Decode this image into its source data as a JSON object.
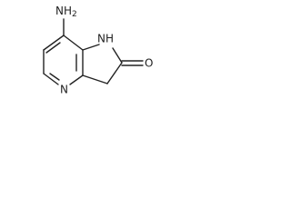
{
  "structure": {
    "atoms": {
      "amine_nh2": "NH2",
      "pyrrole_nh": "NH",
      "pyridine_n": "N",
      "carbonyl_o": "O"
    }
  },
  "colors": {
    "bond": "#222222",
    "text": "#222222",
    "background": "#ffffff"
  }
}
